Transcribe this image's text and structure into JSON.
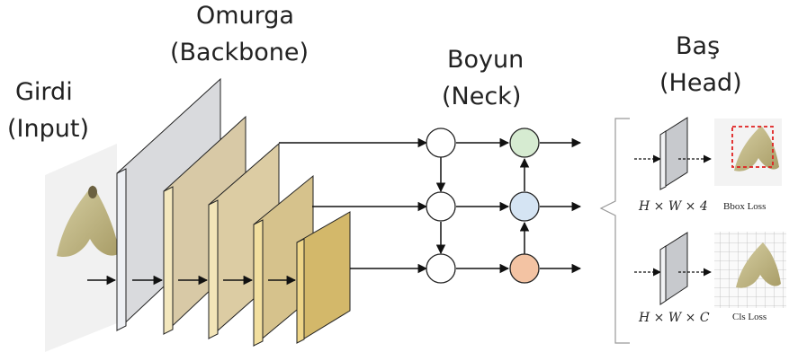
{
  "labels": {
    "input_line1": "Girdi",
    "input_line2": "(Input)",
    "backbone_line1": "Omurga",
    "backbone_line2": "(Backbone)",
    "neck_line1": "Boyun",
    "neck_line2": "(Neck)",
    "head_line1": "Baş",
    "head_line2": "(Head)"
  },
  "head": {
    "bbox_dims": "H × W × 4",
    "cls_dims": "H × W × C",
    "bbox_loss": "Bbox Loss",
    "cls_loss": "Cls Loss"
  },
  "colors": {
    "backbone_gray": "#d9dadd",
    "backbone_tan": "#d8c9a6",
    "backbone_gold": "#d3b86a",
    "neck_green": "#d6ebd1",
    "neck_blue": "#d5e4f3",
    "neck_orange": "#f3c3a3",
    "bbox_dash": "#e02020"
  }
}
